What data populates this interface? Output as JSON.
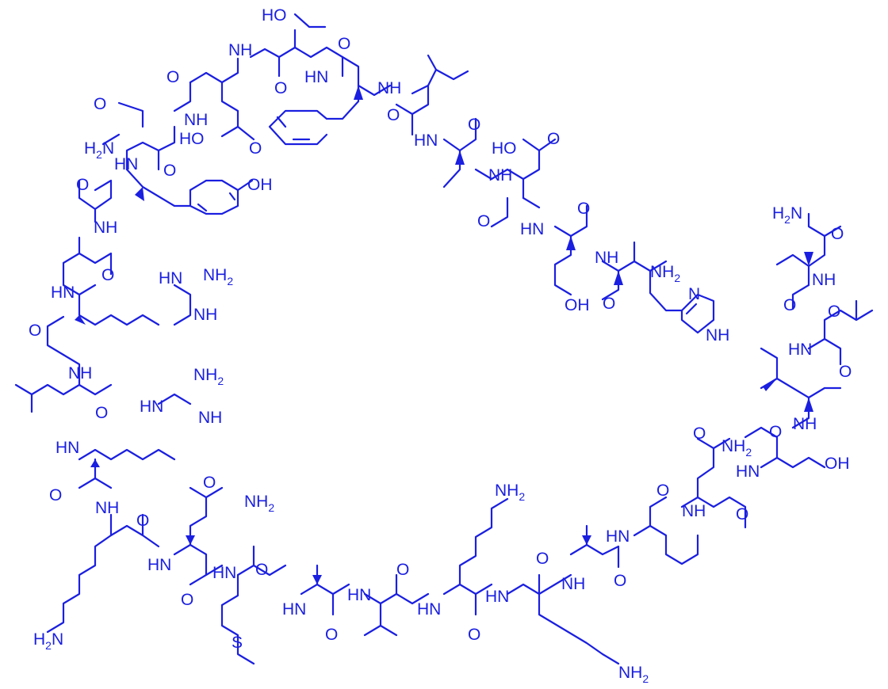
{
  "color": "#1a1fe0",
  "labels": {
    "HO": "HO",
    "OH": "OH",
    "NH": "NH",
    "HN": "HN",
    "O": "O",
    "N": "N",
    "NH2": "NH",
    "H2N": "H",
    "two": "2",
    "N_of_H2N": "N",
    "S": "S"
  }
}
